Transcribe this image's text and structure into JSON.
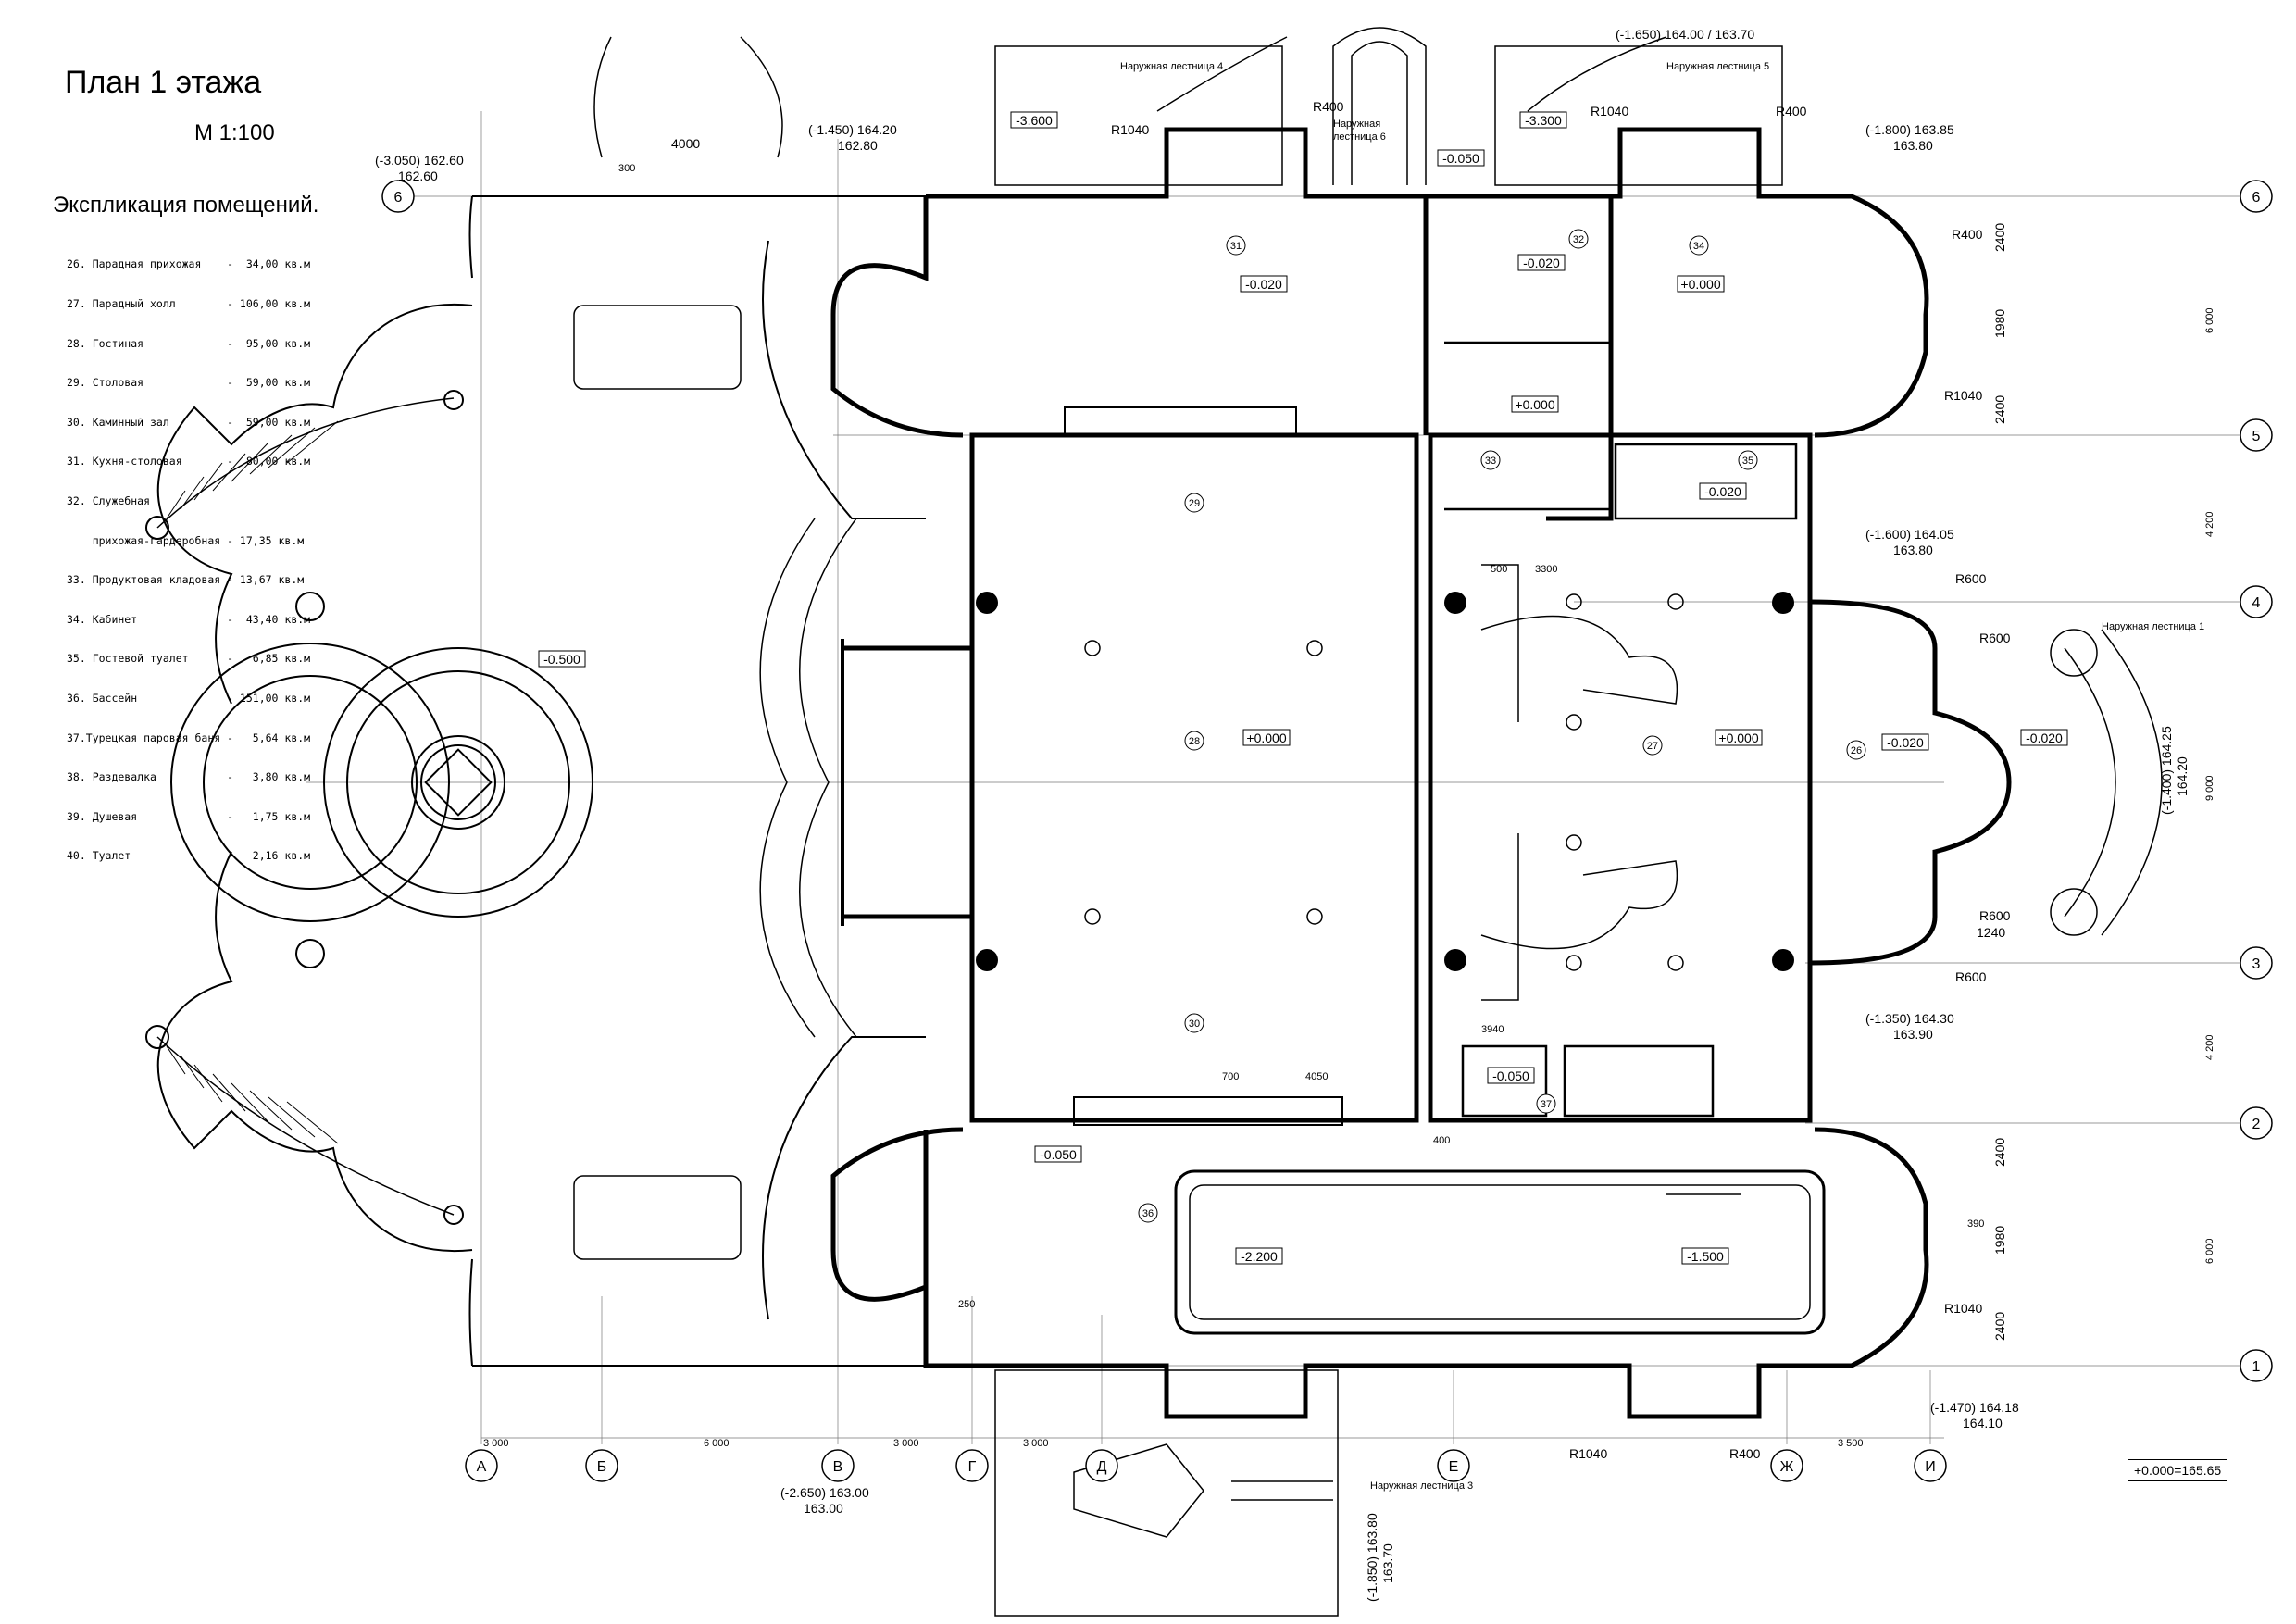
{
  "title": "План 1 этажа",
  "scale": "М  1:100",
  "explication": {
    "title": "Экспликация помещений.",
    "items": [
      "26. Парадная прихожая    -  34,00 кв.м",
      "27. Парадный холл        - 106,00 кв.м",
      "28. Гостиная             -  95,00 кв.м",
      "29. Столовая             -  59,00 кв.м",
      "30. Каминный зал         -  59,00 кв.м",
      "31. Кухня-столовая       -  80,00 кв.м",
      "32. Служебная",
      "    прихожая-гардеробная - 17,35 кв.м",
      "33. Продуктовая кладовая - 13,67 кв.м",
      "34. Кабинет              -  43,40 кв.м",
      "35. Гостевой туалет      -   6,85 кв.м",
      "36. Бассейн              - 151,00 кв.м",
      "37.Турецкая паровая баня -   5,64 кв.м",
      "38. Раздевалка           -   3,80 кв.м",
      "39. Душевая              -   1,75 кв.м",
      "40. Туалет               -   2,16 кв.м"
    ]
  },
  "datum": "+0.000=165.65",
  "axes": {
    "letters": [
      "А",
      "Б",
      "В",
      "Г",
      "Д",
      "Е",
      "Ж",
      "И"
    ],
    "numbers_right": [
      "6",
      "5",
      "4",
      "3",
      "2",
      "1"
    ],
    "number_left": "6"
  },
  "room_numbers": [
    "31",
    "32",
    "34",
    "33",
    "35",
    "29",
    "28",
    "27",
    "26",
    "30",
    "37",
    "36"
  ],
  "levels": {
    "terrace": "-0.500",
    "r31": "-0.020",
    "r32": "-0.020",
    "r34": "+0.000",
    "r33": "+0.000",
    "r35": "-0.020",
    "r28": "+0.000",
    "r27": "+0.000",
    "r26": "-0.020",
    "r26b": "-0.020",
    "r37": "-0.050",
    "pool_deep": "-2.200",
    "pool_shallow": "-1.500",
    "entry_pool": "-0.050",
    "stair4": "-3.600",
    "stair5": "-3.300",
    "stair6": "-0.050"
  },
  "marks": {
    "m1": "(-3.050) 162.60",
    "m1b": "162.60",
    "m2": "(-1.450) 164.20",
    "m2b": "162.80",
    "m3": "(-1.650) 164.00  / 163.70",
    "m4": "(-1.800) 163.85",
    "m4b": "163.80",
    "m5": "(-1.600) 164.05",
    "m5b": "163.80",
    "m6": "(-1.400) 164.25",
    "m6b": "164.20",
    "m7": "(-1.350) 164.30",
    "m7b": "163.90",
    "m8": "(-1.470) 164.18",
    "m8b": "164.10",
    "m9": "(-2.650) 163.00",
    "m9b": "163.00",
    "m10": "(-1.850) 163.80",
    "m10b": "163.70"
  },
  "stairs": {
    "s1": "Наружная лестница 1",
    "s3": "Наружная лестница 3",
    "s4": "Наружная лестница 4",
    "s5": "Наружная лестница 5",
    "s6a": "Наружная",
    "s6b": "лестница 6"
  },
  "radii": {
    "r400a": "R400",
    "r1040a": "R1040",
    "r1040b": "R1040",
    "r400b": "R400",
    "r400c": "R400",
    "r1040c": "R1040",
    "r600a": "R600",
    "r600b": "R600",
    "r600c": "R600",
    "r600d": "R600",
    "r1040d": "R1040",
    "r1040e": "R1040",
    "r400d": "R400"
  },
  "dims": {
    "d4000": "4000",
    "d300": "300",
    "d2400a": "2400",
    "d1980a": "1980",
    "d2400b": "2400",
    "d2400c": "2400",
    "d1980b": "1980",
    "d2400d": "2400",
    "d1240": "1240",
    "d4050": "4050",
    "d3940": "3940",
    "d3300": "3300",
    "d500": "500",
    "d700": "700",
    "d400": "400",
    "d390": "390",
    "d250": "250",
    "d6000a": "6 000",
    "d4200a": "4 200",
    "d9000": "9 000",
    "d4200b": "4 200",
    "d6000b": "6 000",
    "b3000a": "3 000",
    "b6000": "6 000",
    "b3000b": "3 000",
    "b3000c": "3 000",
    "b3500": "3 500"
  }
}
